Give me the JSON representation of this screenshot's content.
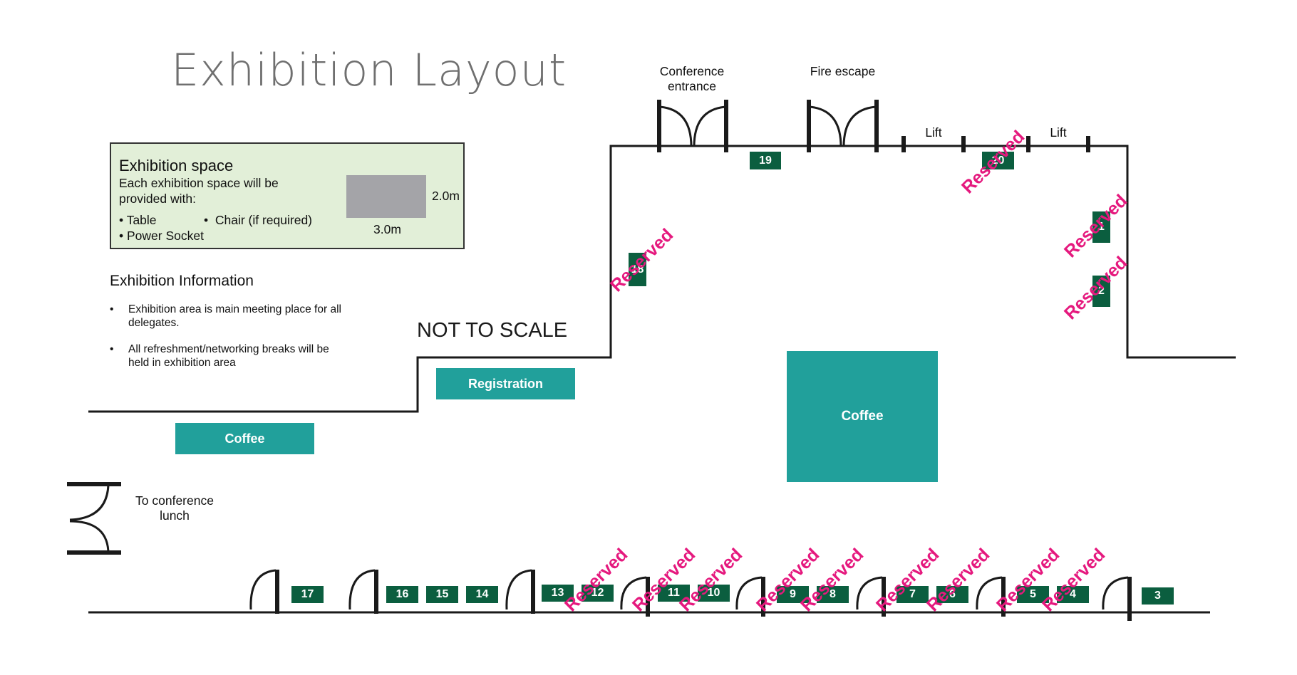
{
  "title": "Exhibition Layout",
  "exhibition_space": {
    "title": "Exhibition space",
    "description": "Each exhibition space will be provided with:",
    "items": [
      "Table",
      "Chair (if required)",
      "Power Socket"
    ],
    "height_label": "2.0m",
    "width_label": "3.0m",
    "background": "#e2efd8",
    "sample_color": "#a4a4a8"
  },
  "exhibition_info": {
    "title": "Exhibition Information",
    "items": [
      "Exhibition area is main meeting place for all delegates.",
      "All refreshment/networking breaks will be held in exhibition area"
    ]
  },
  "scale_note": "NOT TO SCALE",
  "areas": {
    "registration": "Registration",
    "coffee_left": "Coffee",
    "coffee_center": "Coffee",
    "teal_color": "#21a09b"
  },
  "labels": {
    "conference_entrance": "Conference entrance",
    "fire_escape": "Fire escape",
    "lift_1": "Lift",
    "lift_2": "Lift",
    "conference_lunch": "To conference lunch"
  },
  "stands": {
    "color": "#0b5e3f",
    "s19": "19",
    "s20": "20",
    "s18": "18",
    "s1": "1",
    "s2": "2",
    "s17": "17",
    "s16": "16",
    "s15": "15",
    "s14": "14",
    "s13": "13",
    "s12": "12",
    "s11": "11",
    "s10": "10",
    "s9": "9",
    "s8": "8",
    "s7": "7",
    "s6": "6",
    "s5": "5",
    "s4": "4",
    "s3": "3"
  },
  "reserved_label": "Reserved",
  "reserved_color": "#e5197e"
}
